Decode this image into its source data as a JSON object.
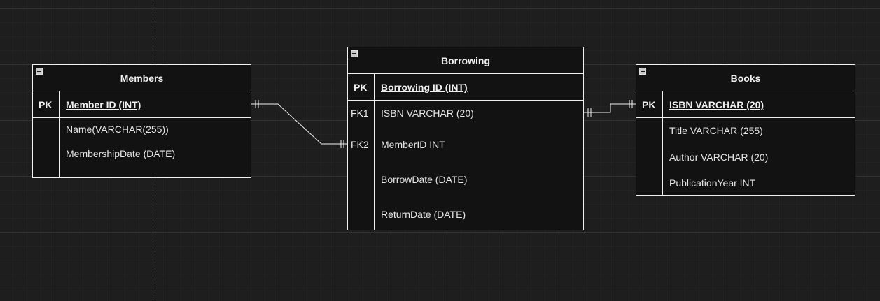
{
  "colors": {
    "background": "#1e1e1e",
    "line": "#f0f0f0",
    "entity_fill": "#121212"
  },
  "members": {
    "title": "Members",
    "pk_label": "PK",
    "pk_field": "Member ID (INT)",
    "fields": [
      "Name(VARCHAR(255))",
      "MembershipDate (DATE)"
    ]
  },
  "borrowing": {
    "title": "Borrowing",
    "pk_label": "PK",
    "pk_field": "Borrowing ID (INT)",
    "fk1_label": "FK1",
    "fk2_label": "FK2",
    "fields": [
      "ISBN VARCHAR (20)",
      "MemberID INT",
      "BorrowDate (DATE)",
      "ReturnDate (DATE)"
    ]
  },
  "books": {
    "title": "Books",
    "pk_label": "PK",
    "pk_field": "ISBN VARCHAR (20)",
    "fields": [
      "Title VARCHAR (255)",
      "Author VARCHAR (20)",
      "PublicationYear INT"
    ]
  },
  "relationships": [
    {
      "from": "Members.Member ID",
      "to": "Borrowing.MemberID",
      "cardinality": "one-to-one"
    },
    {
      "from": "Borrowing.ISBN",
      "to": "Books.ISBN",
      "cardinality": "one-to-one"
    }
  ]
}
